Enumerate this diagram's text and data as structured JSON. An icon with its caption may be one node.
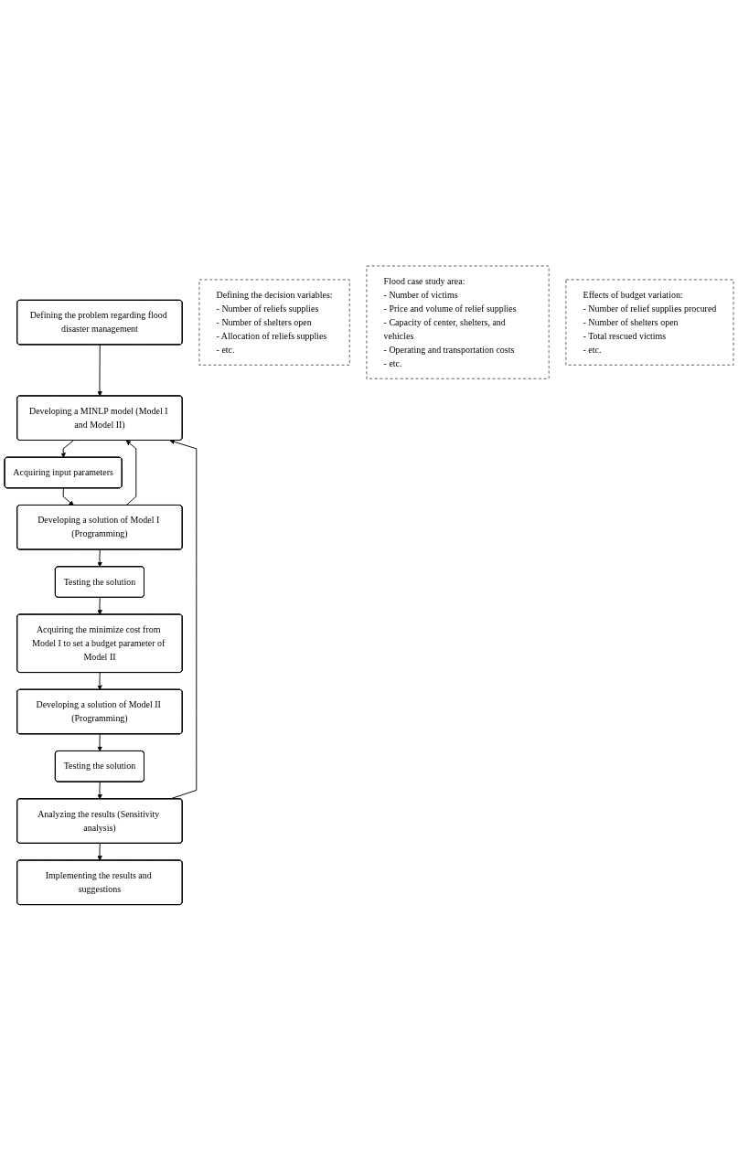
{
  "diagram": {
    "nodes": [
      {
        "text": [
          "Defining the problem regarding flood disaster management"
        ]
      },
      {
        "text": [
          "Defining the decision variables:",
          "- Number of reliefs supplies",
          "- Number of shelters open",
          "- Allocation of reliefs supplies",
          "- etc."
        ]
      },
      {
        "text": [
          "Developing a MINLP model (Model I and Model II)"
        ]
      },
      {
        "text": [
          "Acquiring input parameters"
        ]
      },
      {
        "text": [
          "Flood case study area:",
          "- Number of victims",
          "- Price and volume of relief supplies",
          "- Capacity of center, shelters, and vehicles",
          "- Operating and transportation costs",
          "- etc."
        ]
      },
      {
        "text": [
          "Developing a solution of Model I (Programming)"
        ]
      },
      {
        "text": [
          "Testing the solution"
        ]
      },
      {
        "text": [
          "Acquiring the minimize cost from Model I to set a budget parameter of Model II"
        ]
      },
      {
        "text": [
          "Developing a solution of Model II (Programming)"
        ]
      },
      {
        "text": [
          "Testing the solution"
        ]
      },
      {
        "text": [
          "Analyzing the results (Sensitivity analysis)"
        ]
      },
      {
        "text": [
          "Effects of budget variation:",
          "- Number of relief supplies procured",
          "- Number of shelters open",
          "- Total rescued victims",
          "- etc."
        ]
      },
      {
        "text": [
          "Implementing the results and suggestions"
        ]
      }
    ],
    "edges": [
      {
        "from": 0,
        "to": 2,
        "arrow": "to"
      },
      {
        "from": 2,
        "to": 3,
        "arrow": "to"
      },
      {
        "from": 3,
        "to": 5,
        "arrow": "to"
      },
      {
        "from": 5,
        "to": 2,
        "arrow": "to"
      },
      {
        "from": 5,
        "to": 6,
        "arrow": "to"
      },
      {
        "from": 6,
        "to": 7,
        "arrow": "to"
      },
      {
        "from": 7,
        "to": 8,
        "arrow": "to"
      },
      {
        "from": 8,
        "to": 9,
        "arrow": "to"
      },
      {
        "from": 9,
        "to": 10,
        "arrow": "to"
      },
      {
        "from": 10,
        "to": 2,
        "arrow": "to"
      },
      {
        "from": 10,
        "to": 12,
        "arrow": "to"
      }
    ]
  }
}
